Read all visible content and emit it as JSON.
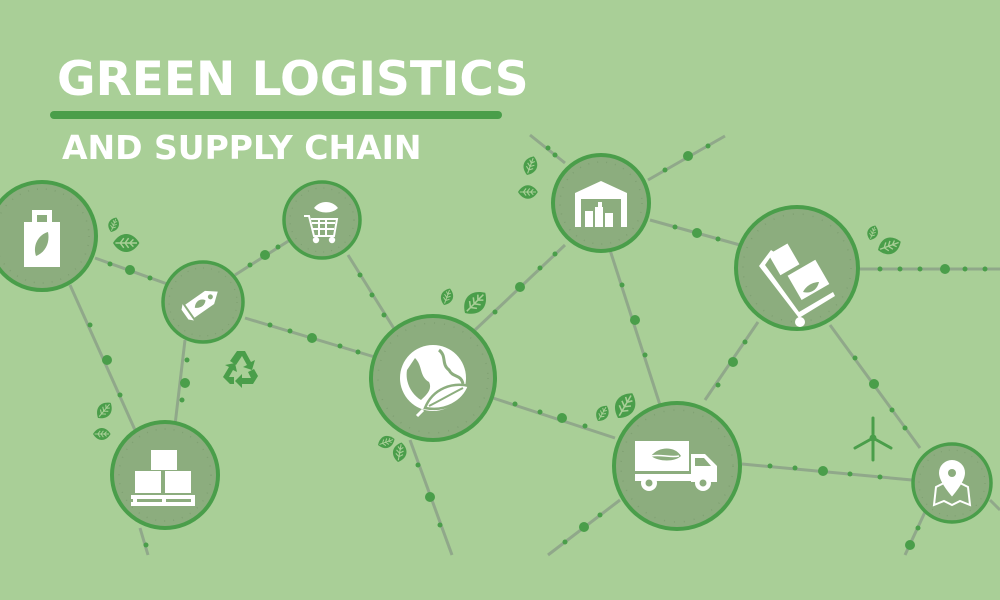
{
  "header": {
    "title": "GREEN LOGISTICS",
    "subtitle": "AND SUPPLY CHAIN"
  },
  "colors": {
    "background": "#a9cf97",
    "accent": "#4a9e4a",
    "node_fill": "#8cad7e",
    "line": "#90a88a",
    "icon": "#ffffff"
  },
  "nodes": [
    {
      "name": "eco-shopping-bag",
      "icon": "shopping-bag-leaf-icon"
    },
    {
      "name": "eco-price-tag",
      "icon": "price-tag-leaf-icon"
    },
    {
      "name": "eco-shopping-cart",
      "icon": "shopping-cart-leaf-icon"
    },
    {
      "name": "eco-pallet-boxes",
      "icon": "pallet-boxes-icon"
    },
    {
      "name": "green-globe",
      "icon": "globe-leaf-icon"
    },
    {
      "name": "warehouse",
      "icon": "warehouse-icon"
    },
    {
      "name": "hand-truck",
      "icon": "hand-truck-boxes-icon"
    },
    {
      "name": "eco-delivery-truck",
      "icon": "delivery-truck-leaf-icon"
    },
    {
      "name": "map-location",
      "icon": "map-pin-icon"
    }
  ],
  "decorations": [
    "recycle-icon",
    "wind-turbine-icon",
    "leaf-icon"
  ]
}
